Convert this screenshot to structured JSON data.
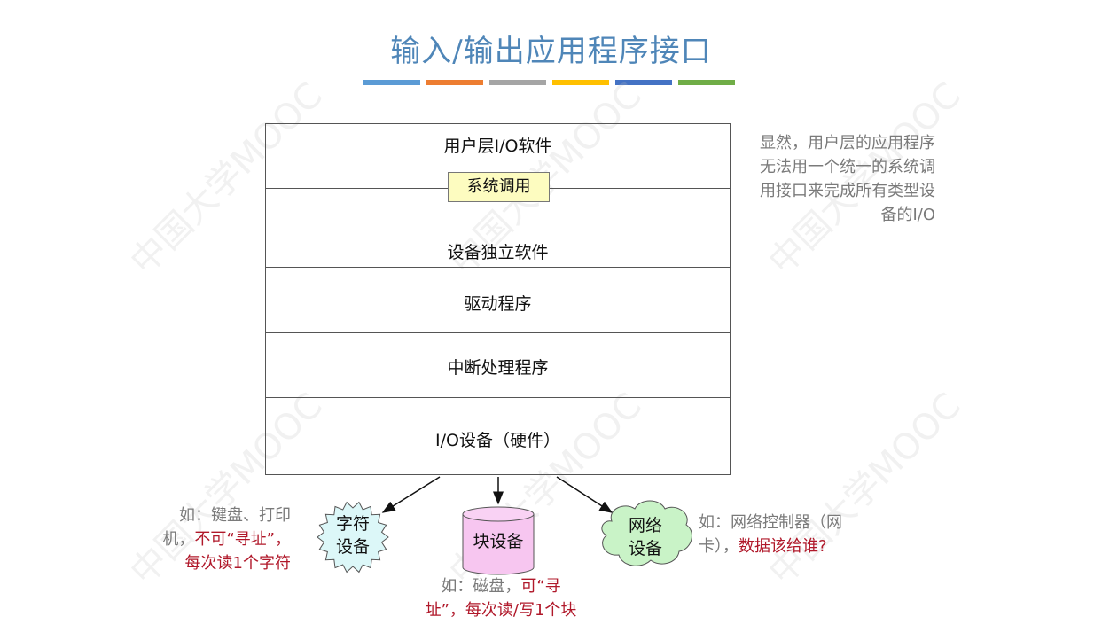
{
  "title": "输入/输出应用程序接口",
  "color_bars": [
    "#5b9bd5",
    "#ed7d31",
    "#a5a5a5",
    "#ffc000",
    "#4472c4",
    "#70ad47"
  ],
  "layers": {
    "user_io": "用户层I/O软件",
    "syscall": "系统调用",
    "device_independent": "设备独立软件",
    "driver": "驱动程序",
    "interrupt": "中断处理程序",
    "hardware": "I/O设备（硬件）"
  },
  "side_note": "显然，用户层的应用程序无法用一个统一的系统调用接口来完成所有类型设备的I/O",
  "devices": {
    "char": {
      "line1": "字符",
      "line2": "设备"
    },
    "block": "块设备",
    "network": {
      "line1": "网络",
      "line2": "设备"
    }
  },
  "captions": {
    "char": {
      "a": "如：键盘、打印",
      "b": "机，",
      "c": "不可“寻址”，",
      "d": "每次读1个字符"
    },
    "block": {
      "a": "如：磁盘，",
      "b": "可“寻",
      "c": "址”，每次读/写1个块"
    },
    "network": {
      "a": "如：网络控制器（网",
      "b": "卡），",
      "c": "数据该给谁?"
    }
  },
  "watermark": "中国大学MOOC"
}
